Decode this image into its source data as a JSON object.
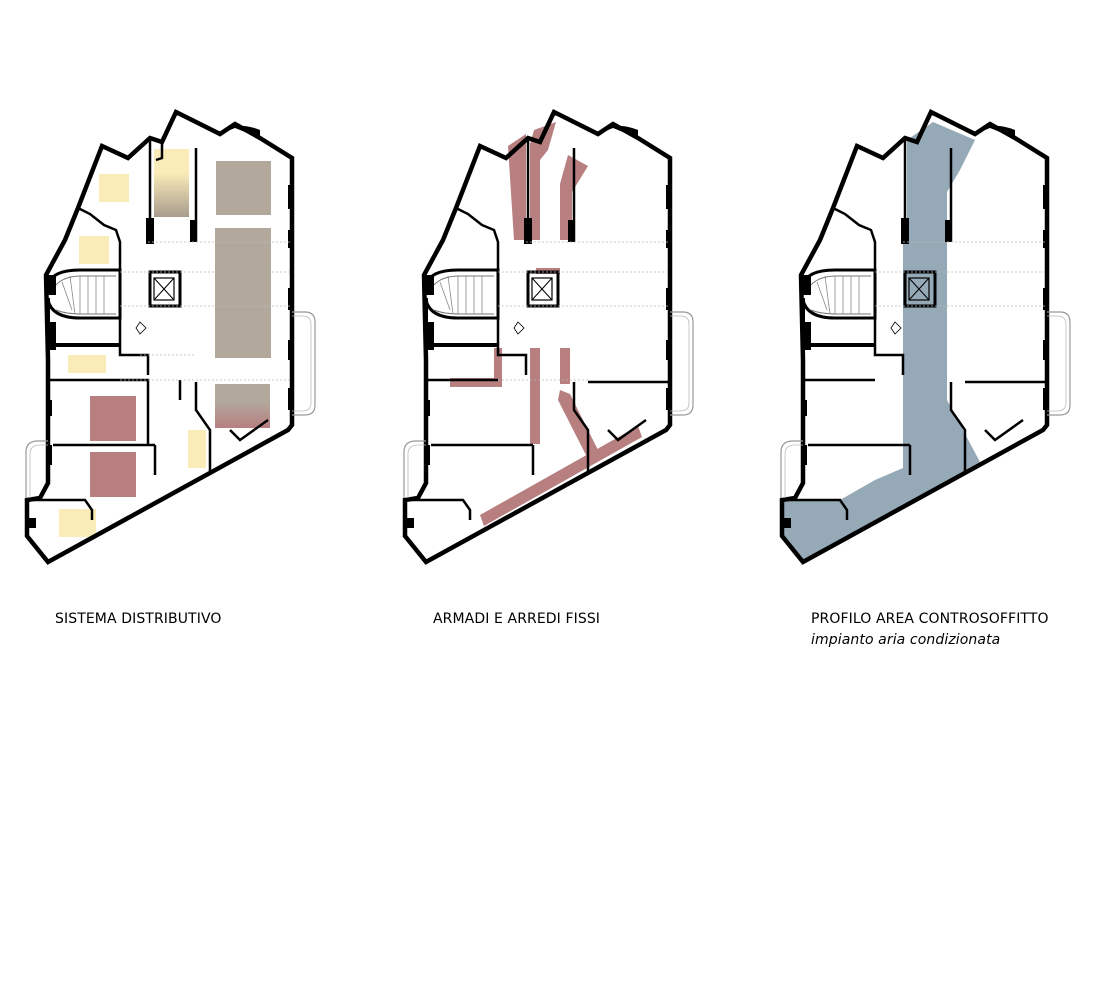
{
  "captions": {
    "panel_1": "SISTEMA DISTRIBUTIVO",
    "panel_2": "ARMADI E ARREDI FISSI",
    "panel_3": "PROFILO AREA CONTROSOFFITTO",
    "panel_3_sub": "impianto aria condizionata"
  },
  "colors": {
    "wall": "#000000",
    "circulation": "#b2a89c",
    "rooms_yellow": "#faecb8",
    "rooms_rose": "#b77f80",
    "furniture": "#b77f80",
    "ceiling_area": "#8fa4b3"
  }
}
